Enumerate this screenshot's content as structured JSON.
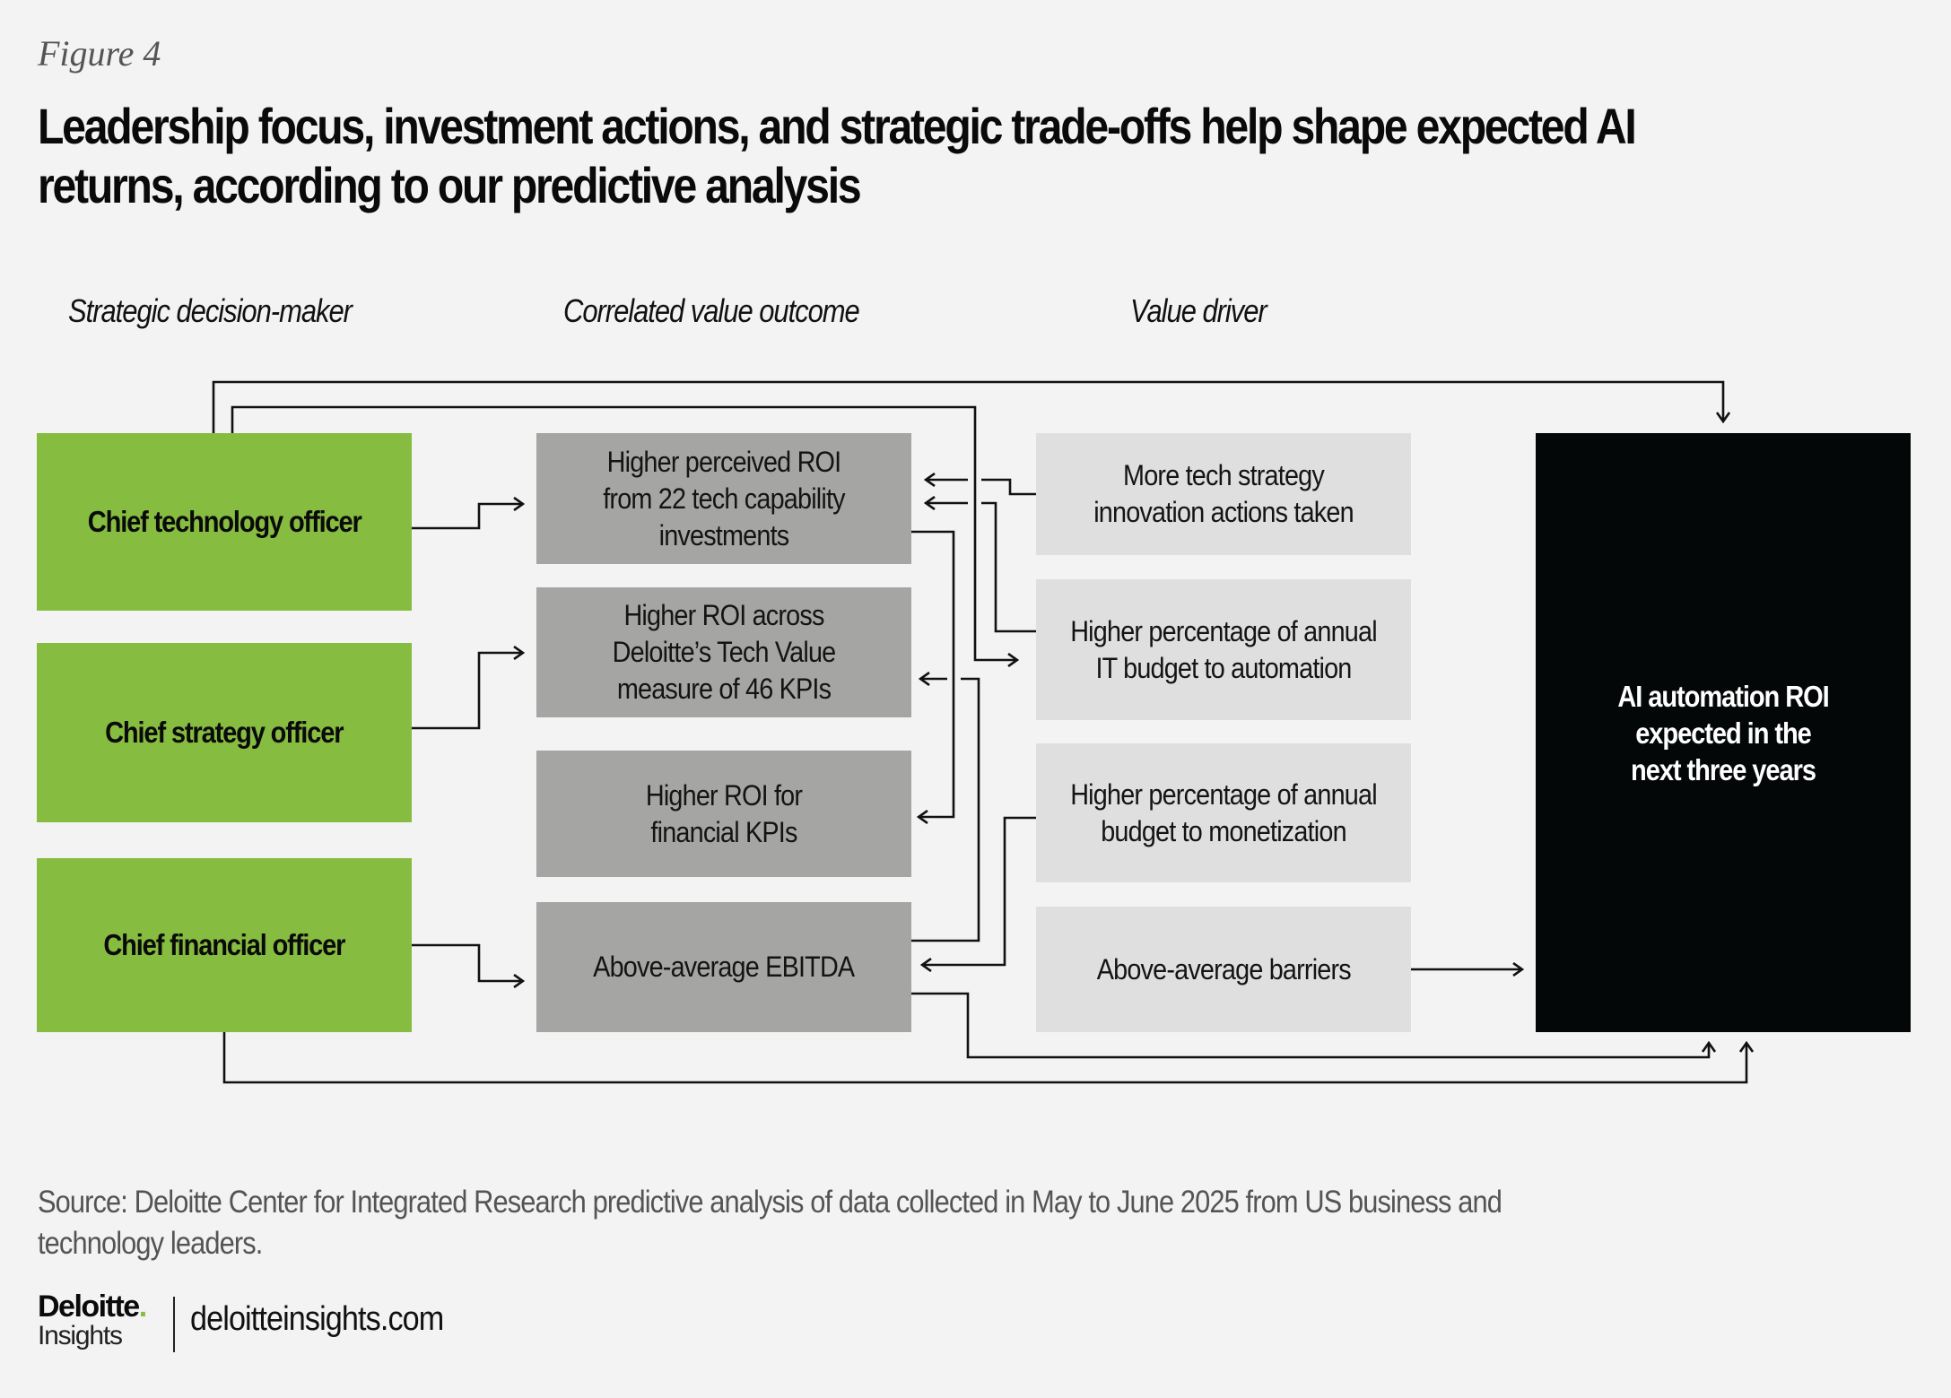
{
  "figure_label": "Figure 4",
  "title_lines": [
    "Leadership focus, investment actions, and strategic trade-offs help shape expected AI",
    "returns, according to our predictive analysis"
  ],
  "column_headers": {
    "decision_maker": "Strategic decision-maker",
    "value_outcome": "Correlated value outcome",
    "value_driver": "Value driver"
  },
  "decision_makers": [
    {
      "label": "Chief technology officer"
    },
    {
      "label": "Chief strategy officer"
    },
    {
      "label": "Chief financial officer"
    }
  ],
  "value_outcomes": [
    {
      "label": "Higher perceived ROI from 22 tech capability investments"
    },
    {
      "label": "Higher ROI across Deloitte’s Tech Value measure of 46 KPIs"
    },
    {
      "label": "Higher ROI for financial KPIs"
    },
    {
      "label": "Above-average EBITDA"
    }
  ],
  "value_drivers": [
    {
      "label": "More tech strategy innovation actions taken"
    },
    {
      "label": "Higher percentage of annual IT budget to automation"
    },
    {
      "label": "Higher percentage of annual budget to monetization"
    },
    {
      "label": "Above-average barriers"
    }
  ],
  "result": {
    "label": "AI automation ROI expected in the next three years"
  },
  "connections": [
    {
      "from": "Chief technology officer",
      "to": "Higher perceived ROI from 22 tech capability investments"
    },
    {
      "from": "Chief technology officer",
      "to": "AI automation ROI expected in the next three years"
    },
    {
      "from": "Chief technology officer",
      "to": "Higher percentage of annual IT budget to automation"
    },
    {
      "from": "Chief strategy officer",
      "to": "Higher ROI across Deloitte’s Tech Value measure of 46 KPIs"
    },
    {
      "from": "Chief financial officer",
      "to": "Above-average EBITDA"
    },
    {
      "from": "Chief financial officer",
      "to": "AI automation ROI expected in the next three years"
    },
    {
      "from": "More tech strategy innovation actions taken",
      "to": "Higher perceived ROI from 22 tech capability investments"
    },
    {
      "from": "Higher percentage of annual IT budget to automation",
      "to": "Higher perceived ROI from 22 tech capability investments"
    },
    {
      "from": "Higher perceived ROI from 22 tech capability investments",
      "to": "Higher ROI for financial KPIs"
    },
    {
      "from": "Above-average EBITDA",
      "to": "Higher ROI across Deloitte’s Tech Value measure of 46 KPIs"
    },
    {
      "from": "Higher percentage of annual budget to monetization",
      "to": "Above-average EBITDA"
    },
    {
      "from": "Above-average EBITDA",
      "to": "AI automation ROI expected in the next three years"
    },
    {
      "from": "Above-average barriers",
      "to": "AI automation ROI expected in the next three years"
    }
  ],
  "colors": {
    "decision_maker": "#86bc40",
    "value_outcome": "#a5a5a4",
    "value_driver": "#dfdfe0",
    "result": "#040708",
    "background": "#f3f3f3"
  },
  "source": "Source: Deloitte Center for Integrated Research predictive analysis of data collected in May to June 2025 from US business and technology leaders.",
  "footer": {
    "brand": "Deloitte",
    "brand_dot": ".",
    "sub_brand": "Insights",
    "site": "deloitteinsights.com"
  }
}
